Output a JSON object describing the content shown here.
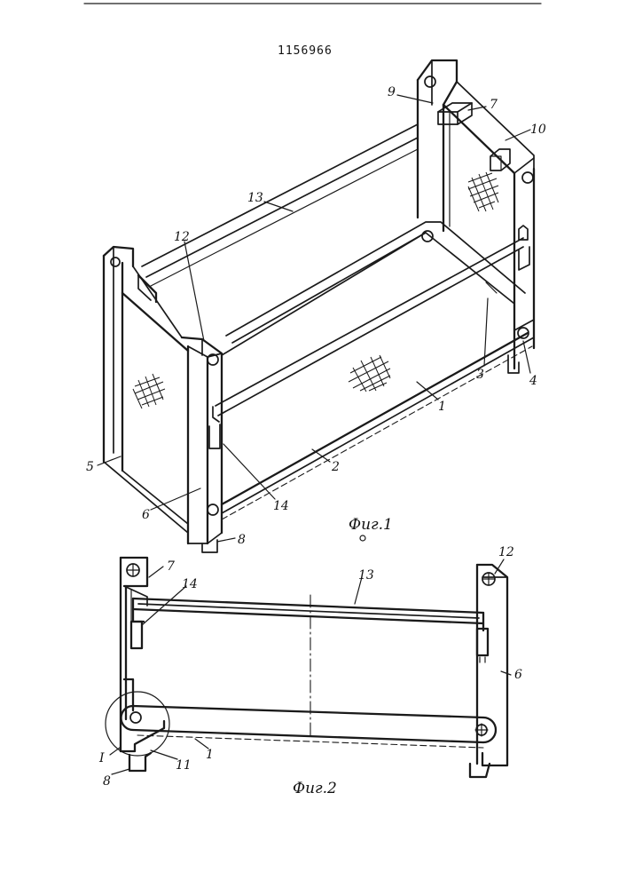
{
  "patent_number": "1156966",
  "figure1": {
    "caption": "Фиг.1",
    "labels": {
      "l1": "1",
      "l2": "2",
      "l3": "3",
      "l4": "4",
      "l5": "5",
      "l6": "6",
      "l7": "7",
      "l8": "8",
      "l9": "9",
      "l10": "10",
      "l12": "12",
      "l13": "13",
      "l14": "14"
    }
  },
  "figure2": {
    "caption": "Фиг.2",
    "labels": {
      "l1": "1",
      "l6": "6",
      "l7": "7",
      "l8": "8",
      "l11": "11",
      "l12": "12",
      "l13": "13",
      "l14": "14",
      "lI": "I"
    }
  }
}
